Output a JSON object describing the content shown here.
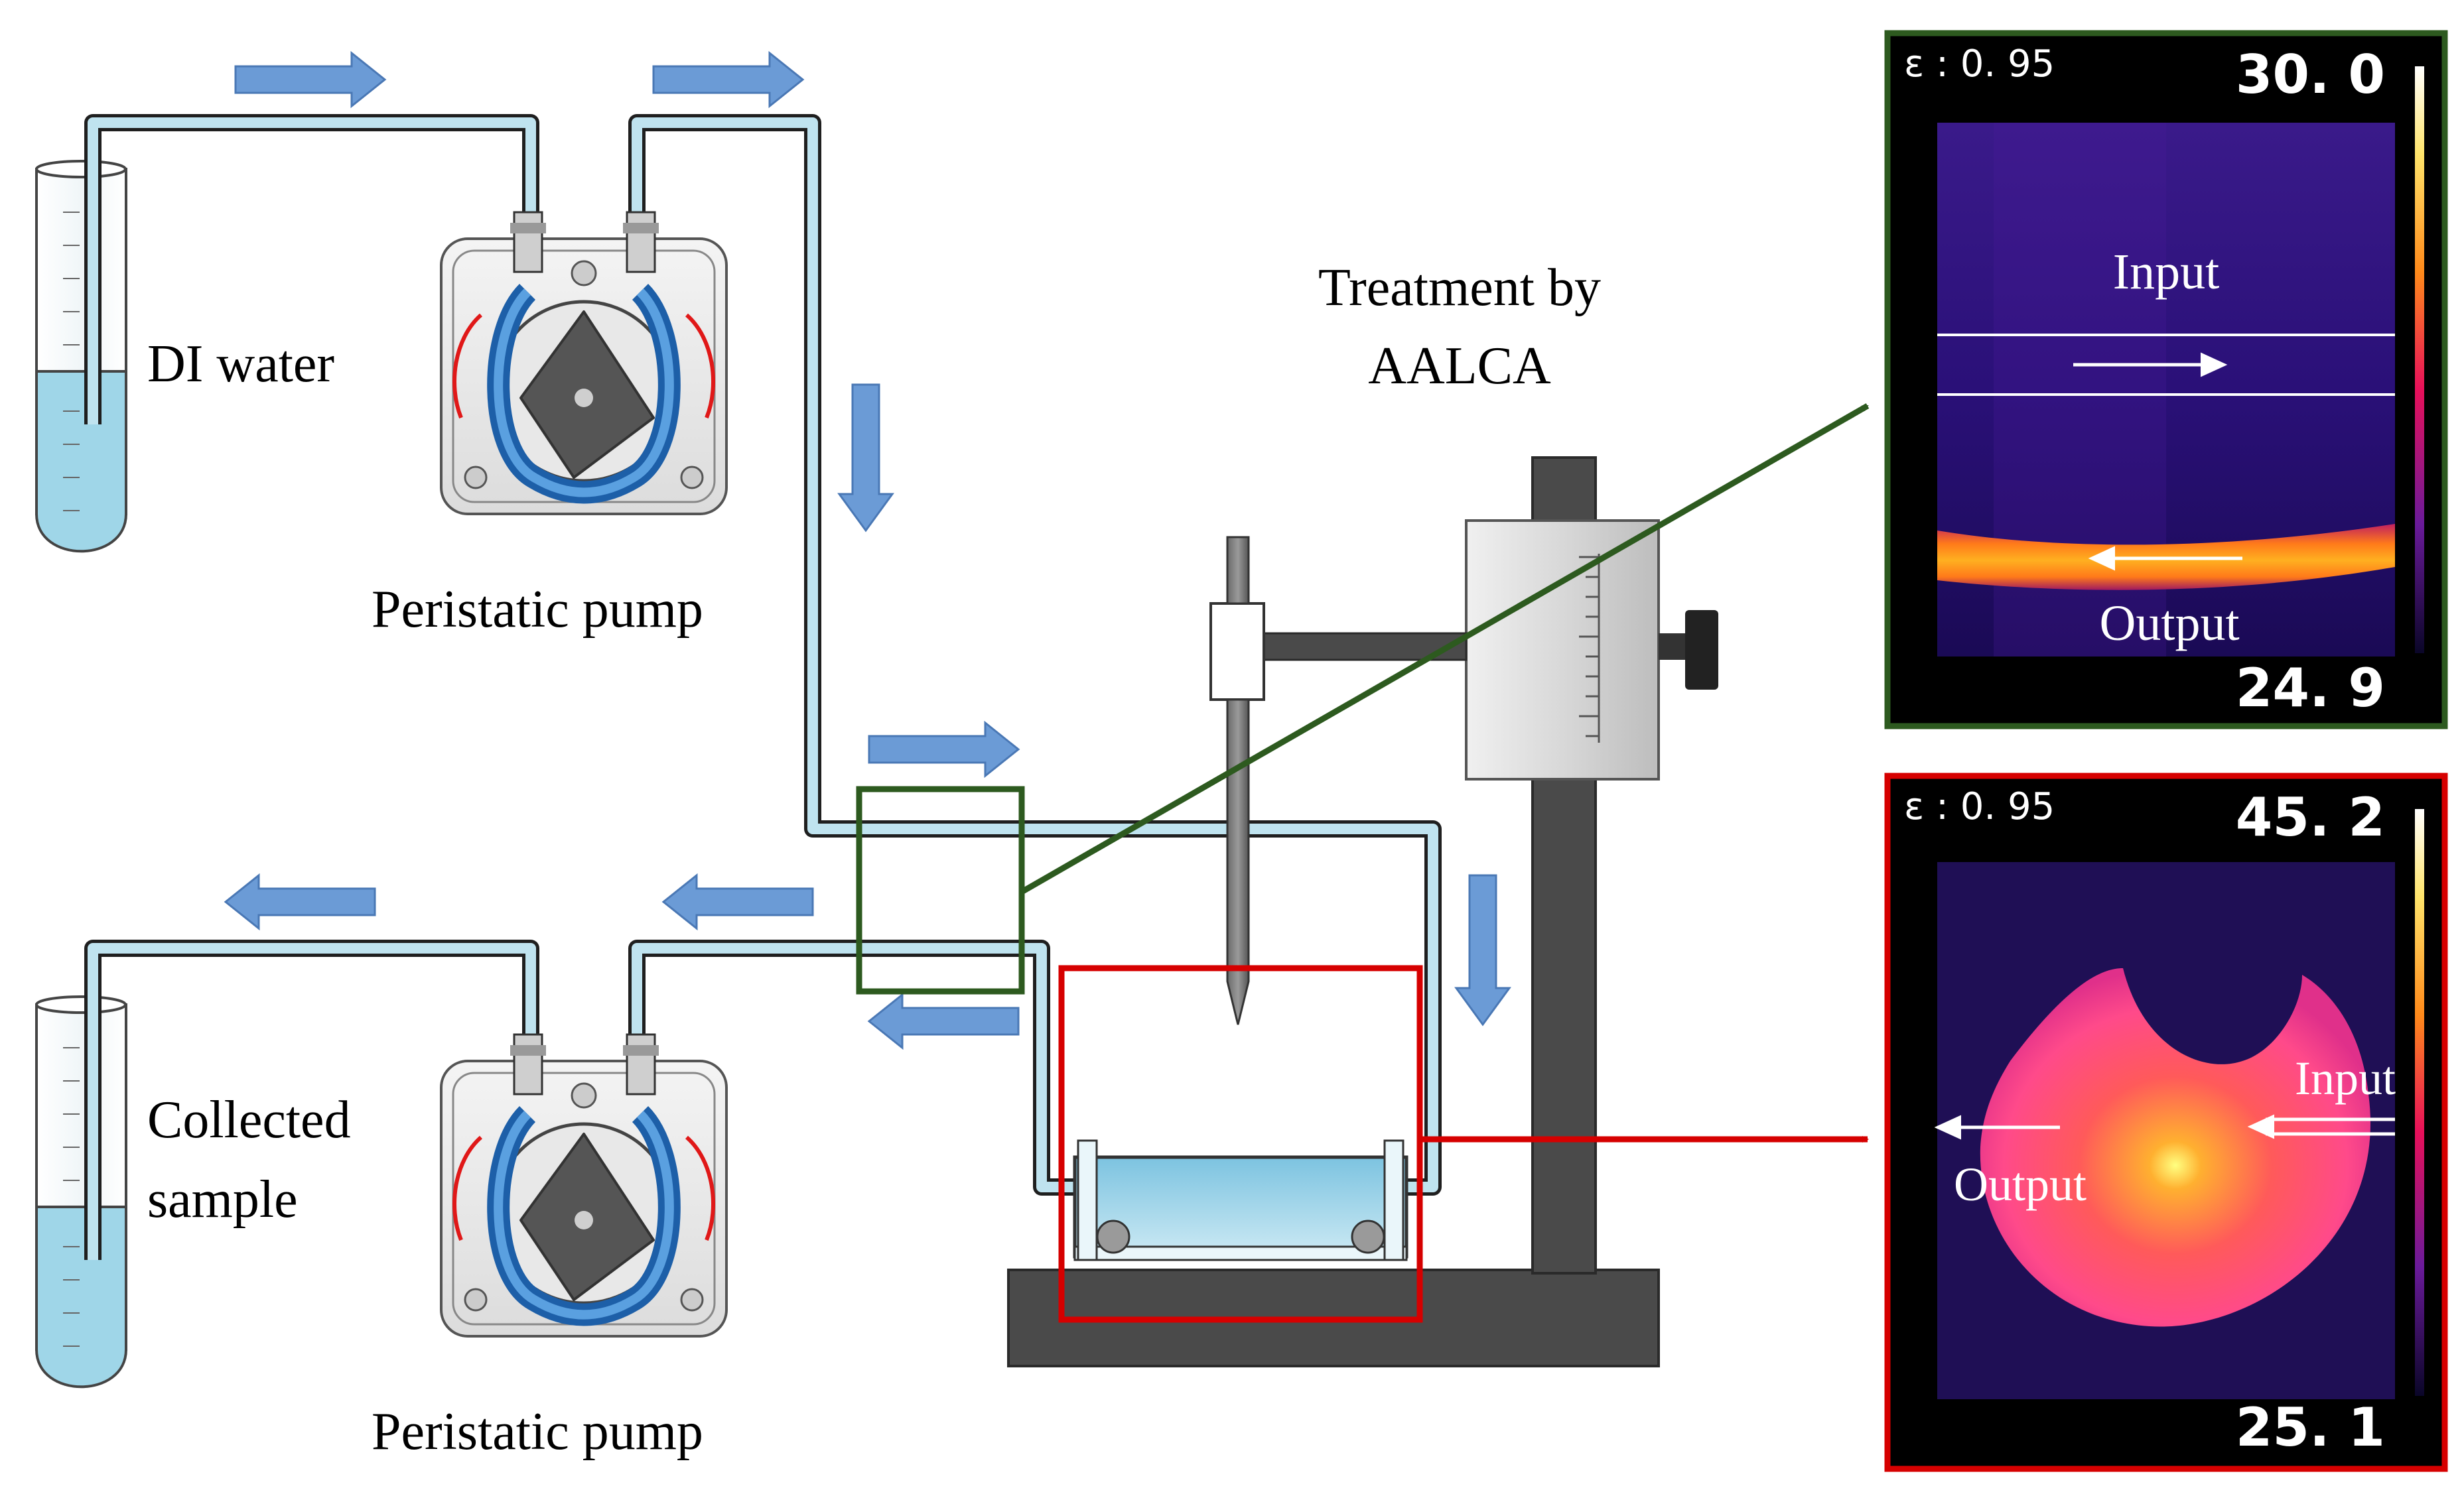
{
  "labels": {
    "source": "DI water",
    "pump_top": "Peristatic pump",
    "pump_bottom": "Peristatic pump",
    "collected_line1": "Collected",
    "collected_line2": "sample",
    "treatment_line1": "Treatment by",
    "treatment_line2": "AALCA"
  },
  "thermal_top": {
    "emissivity": "ε : 0. 95",
    "max": "30. 0",
    "min": "24. 9",
    "input": "Input",
    "output": "Output"
  },
  "thermal_bottom": {
    "emissivity": "ε : 0. 95",
    "max": "45. 2",
    "min": "25. 1",
    "input": "Input",
    "output": "Output"
  },
  "colors": {
    "tube_fill": "#bfe3ef",
    "tube_stroke": "#1f1f1f",
    "flow_arrow": "#6b9bd6",
    "flow_arrow_stroke": "#4a78b5",
    "callout_green": "#2d5a1f",
    "callout_red": "#d60000",
    "water": "#9fd6e8",
    "stand": "#4a4a4a"
  }
}
